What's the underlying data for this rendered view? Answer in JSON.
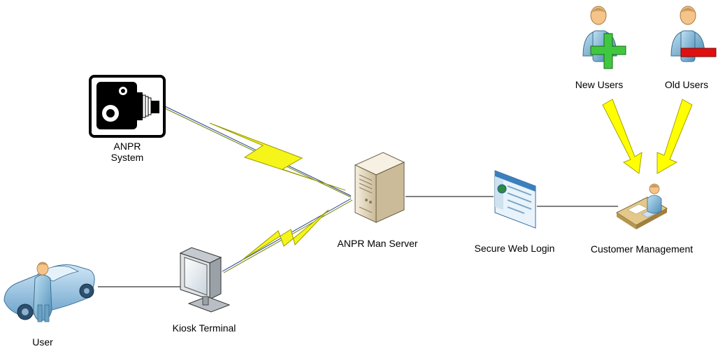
{
  "nodes": {
    "anpr_system": {
      "label_line1": "ANPR",
      "label_line2": "System",
      "icon": "speed-camera-icon"
    },
    "anpr_server": {
      "label": "ANPR Man Server",
      "icon": "server-icon"
    },
    "secure_web_login": {
      "label": "Secure Web Login",
      "icon": "web-page-icon"
    },
    "customer_management": {
      "label": "Customer Management",
      "icon": "desk-user-icon"
    },
    "new_users": {
      "label": "New Users",
      "icon": "user-add-icon"
    },
    "old_users": {
      "label": "Old Users",
      "icon": "user-remove-icon"
    },
    "kiosk_terminal": {
      "label": "Kiosk Terminal",
      "icon": "monitor-icon"
    },
    "user": {
      "label": "User",
      "icon": "user-with-car-icon"
    }
  },
  "colors": {
    "lightning": "#f5f51a",
    "lightning_stroke": "#9a9a00",
    "arrow_fill": "#ffff00",
    "arrow_stroke": "#a5a500",
    "plus": "#22bb22",
    "minus": "#e01010",
    "person_body": "#7fb6d6",
    "person_face": "#f5c48a",
    "car": "#9cc7e6",
    "server": "#e9dcc0"
  }
}
